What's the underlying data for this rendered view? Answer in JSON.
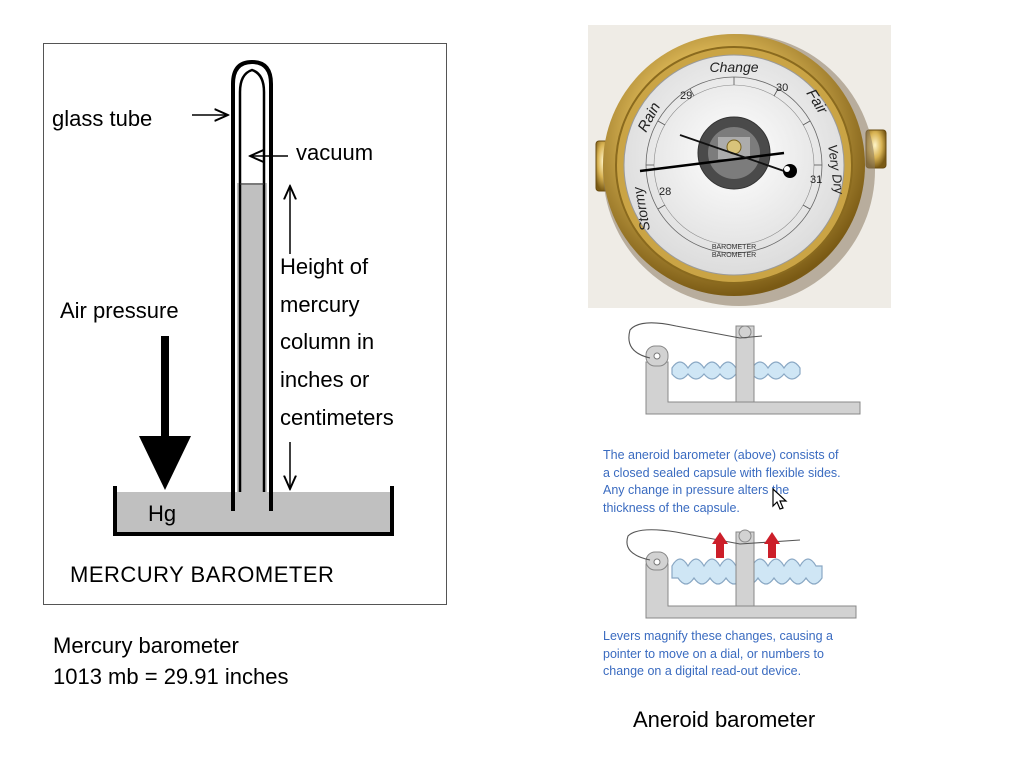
{
  "mercury_diagram": {
    "label_glass_tube": "glass tube",
    "label_vacuum": "vacuum",
    "label_height": [
      "Height of",
      "mercury",
      "column in",
      "inches or",
      "centimeters"
    ],
    "label_air_pressure": "Air pressure",
    "label_hg": "Hg",
    "title": "MERCURY BAROMETER"
  },
  "mercury_caption": {
    "line1": "Mercury barometer",
    "line2": "1013 mb = 29.91 inches"
  },
  "barometer_dial": {
    "word_change": "Change",
    "word_rain": "Rain",
    "word_fair": "Fair",
    "word_stormy": "Stormy",
    "word_very_dry": "Very Dry",
    "inch_29": "29",
    "inch_30": "30",
    "inch_28": "28",
    "inch_31": "31",
    "brand": "BAROMETER",
    "sub_brand": "BAROMETER"
  },
  "aneroid_diagram": {
    "desc_above": [
      "The aneroid barometer (above) consists of",
      "a closed sealed capsule with flexible sides.",
      "Any change in pressure alters the",
      "thickness of the capsule."
    ],
    "desc_below": [
      "Levers magnify these changes, causing a",
      "pointer to move on a dial, or numbers to",
      "change on a digital read-out device."
    ],
    "accent_color": "#3a6bc0",
    "arrow_color": "#cc1f2a"
  },
  "aneroid_caption": "Aneroid barometer"
}
